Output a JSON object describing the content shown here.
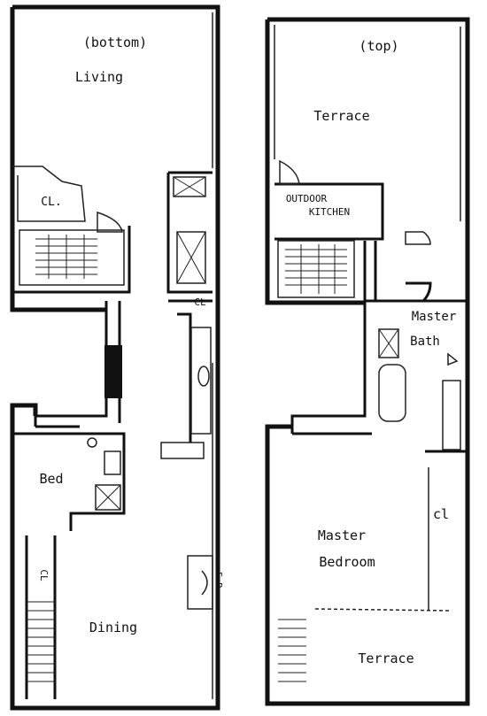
{
  "floors": {
    "bottom": {
      "title": "(bottom)",
      "rooms": {
        "living": "Living",
        "closet": "CL.",
        "closet_2": "CL",
        "bed": "Bed",
        "closet_3": "CL",
        "dining": "Dining",
        "fireplace": "F.P."
      }
    },
    "top": {
      "title": "(top)",
      "rooms": {
        "terrace_upper": "Terrace",
        "outdoor": "OUTDOOR",
        "kitchen": "KITCHEN",
        "master_bath_1": "Master",
        "master_bath_2": "Bath",
        "closet": "cl",
        "master_bedroom_1": "Master",
        "master_bedroom_2": "Bedroom",
        "terrace_lower": "Terrace"
      }
    }
  },
  "colors": {
    "ink": "#111111",
    "paper": "#ffffff"
  }
}
